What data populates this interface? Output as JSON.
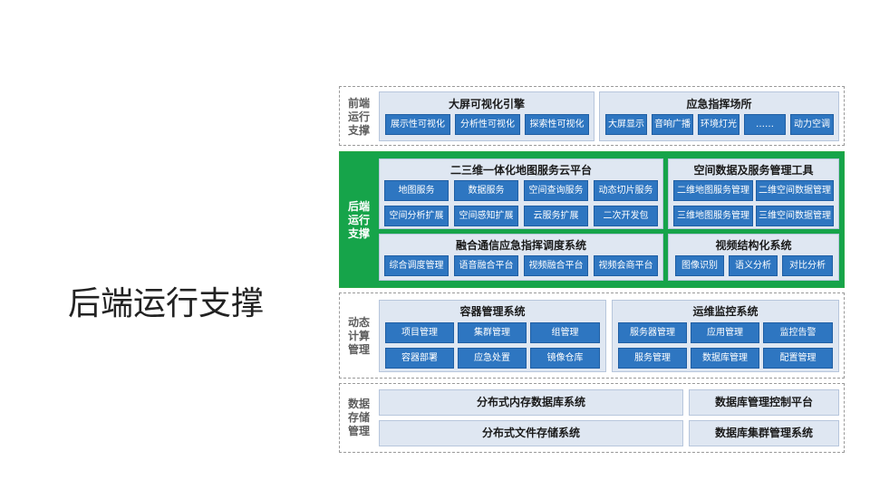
{
  "page_title": "后端运行支撑",
  "layers": {
    "frontend": {
      "label": [
        "前端",
        "运行",
        "支撑"
      ],
      "groups": [
        {
          "title": "大屏可视化引擎",
          "items": [
            "展示性可视化",
            "分析性可视化",
            "探索性可视化"
          ]
        },
        {
          "title": "应急指挥场所",
          "items": [
            "大屏显示",
            "音响广播",
            "环境灯光",
            "……",
            "动力空调"
          ]
        }
      ]
    },
    "backend": {
      "label": [
        "后端",
        "运行",
        "支撑"
      ],
      "groups": [
        {
          "title": "二三维一体化地图服务云平台",
          "items": [
            "地图服务",
            "数据服务",
            "空间查询服务",
            "动态切片服务",
            "空间分析扩展",
            "空间感知扩展",
            "云服务扩展",
            "二次开发包"
          ]
        },
        {
          "title": "空间数据及服务管理工具",
          "items": [
            "二维地图服务管理",
            "二维空间数据管理",
            "三维地图服务管理",
            "三维空间数据管理"
          ]
        },
        {
          "title": "融合通信应急指挥调度系统",
          "items": [
            "综合调度管理",
            "语音融合平台",
            "视频融合平台",
            "视频会商平台"
          ]
        },
        {
          "title": "视频结构化系统",
          "items": [
            "图像识别",
            "语义分析",
            "对比分析"
          ]
        }
      ]
    },
    "compute": {
      "label": [
        "动态",
        "计算",
        "管理"
      ],
      "groups": [
        {
          "title": "容器管理系统",
          "items": [
            "项目管理",
            "集群管理",
            "组管理",
            "容器部署",
            "应急处置",
            "镜像仓库"
          ]
        },
        {
          "title": "运维监控系统",
          "items": [
            "服务器管理",
            "应用管理",
            "监控告警",
            "服务管理",
            "数据库管理",
            "配置管理"
          ]
        }
      ]
    },
    "storage": {
      "label": [
        "数据",
        "存储",
        "管理"
      ],
      "bars": [
        "分布式内存数据库系统",
        "数据库管理控制平台",
        "分布式文件存储系统",
        "数据库集群管理系统"
      ]
    }
  }
}
